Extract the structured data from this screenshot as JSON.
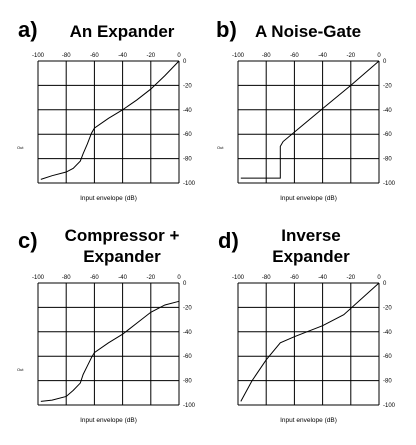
{
  "panels": [
    {
      "letter": "a)",
      "title_lines": [
        "An Expander"
      ],
      "xlabel": "Input envelope (dB)",
      "side_label": "Out"
    },
    {
      "letter": "b)",
      "title_lines": [
        "A Noise-Gate"
      ],
      "xlabel": "Input envelope (dB)",
      "side_label": "Out"
    },
    {
      "letter": "c)",
      "title_lines": [
        "Compressor +",
        "Expander"
      ],
      "xlabel": "Input envelope (dB)",
      "side_label": "Out"
    },
    {
      "letter": "d)",
      "title_lines": [
        "Inverse",
        "Expander"
      ],
      "xlabel": "Input envelope (dB)",
      "side_label": ""
    }
  ],
  "chart_data": [
    {
      "type": "line",
      "title": "An Expander",
      "xlabel": "Input envelope (dB)",
      "ylabel": "",
      "xlim": [
        -100,
        0
      ],
      "ylim": [
        -100,
        0
      ],
      "x_ticks": [
        -100,
        -80,
        -60,
        -40,
        -20,
        0
      ],
      "y_ticks": [
        0,
        -20,
        -40,
        -60,
        -80,
        -100
      ],
      "grid": true,
      "series": [
        {
          "x": [
            -98,
            -90,
            -80,
            -75,
            -70,
            -68,
            -65,
            -62,
            -60,
            -50,
            -40,
            -30,
            -20,
            -10,
            0
          ],
          "y": [
            -97,
            -94,
            -91,
            -88,
            -82,
            -76,
            -68,
            -59,
            -55,
            -47,
            -40,
            -32,
            -23,
            -12,
            0
          ]
        }
      ]
    },
    {
      "type": "line",
      "title": "A Noise-Gate",
      "xlabel": "Input envelope (dB)",
      "ylabel": "",
      "xlim": [
        -100,
        0
      ],
      "ylim": [
        -100,
        0
      ],
      "x_ticks": [
        -100,
        -80,
        -60,
        -40,
        -20,
        0
      ],
      "y_ticks": [
        0,
        -20,
        -40,
        -60,
        -80,
        -100
      ],
      "grid": true,
      "series": [
        {
          "x": [
            -98,
            -70,
            -70,
            -68,
            -40,
            -20,
            0
          ],
          "y": [
            -96,
            -96,
            -70,
            -66,
            -39,
            -20,
            0
          ]
        }
      ]
    },
    {
      "type": "line",
      "title": "Compressor + Expander",
      "xlabel": "Input envelope (dB)",
      "ylabel": "",
      "xlim": [
        -100,
        0
      ],
      "ylim": [
        -100,
        0
      ],
      "x_ticks": [
        -100,
        -80,
        -60,
        -40,
        -20,
        0
      ],
      "y_ticks": [
        0,
        -20,
        -40,
        -60,
        -80,
        -100
      ],
      "grid": true,
      "series": [
        {
          "x": [
            -98,
            -90,
            -80,
            -75,
            -70,
            -68,
            -65,
            -62,
            -60,
            -50,
            -40,
            -30,
            -20,
            -10,
            0
          ],
          "y": [
            -97,
            -96,
            -93,
            -88,
            -82,
            -75,
            -68,
            -61,
            -57,
            -49,
            -42,
            -33,
            -24,
            -18,
            -15
          ]
        }
      ]
    },
    {
      "type": "line",
      "title": "Inverse Expander",
      "xlabel": "Input envelope (dB)",
      "ylabel": "",
      "xlim": [
        -100,
        0
      ],
      "ylim": [
        -100,
        0
      ],
      "x_ticks": [
        -100,
        -80,
        -60,
        -40,
        -20,
        0
      ],
      "y_ticks": [
        0,
        -20,
        -40,
        -60,
        -80,
        -100
      ],
      "grid": true,
      "series": [
        {
          "x": [
            -98,
            -90,
            -80,
            -70,
            -60,
            -40,
            -25,
            0
          ],
          "y": [
            -97,
            -80,
            -63,
            -49,
            -44,
            -35,
            -26,
            0
          ]
        }
      ]
    }
  ]
}
